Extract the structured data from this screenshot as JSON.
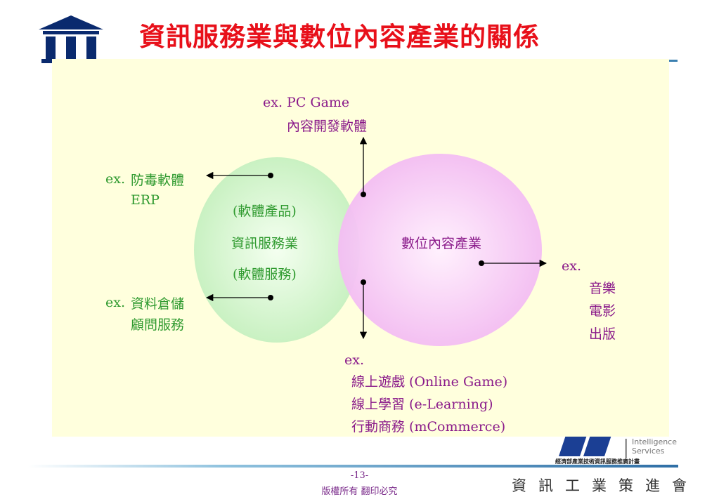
{
  "title": "資訊服務業與數位內容產業的關係",
  "colors": {
    "title": "#e8101a",
    "green_text": "#2f9a2f",
    "purple_text": "#8a1a8a",
    "green_circle": "#d4f5cf",
    "pink_circle": "#f6c9f6"
  },
  "icons": {
    "logo": "building-pillars-icon",
    "partner": "mic-logo-icon"
  },
  "diagram": {
    "top": {
      "prefix": "ex. PC Game",
      "line1": "內容開發軟體"
    },
    "left_top": {
      "prefix": "ex.",
      "line1": "防毒軟體",
      "line2": "ERP"
    },
    "left_bottom": {
      "prefix": "ex.",
      "line1": "資料倉儲",
      "line2": "顧問服務"
    },
    "left_circle": {
      "line1": "(軟體產品)",
      "line2": "資訊服務業",
      "line3": "(軟體服務)"
    },
    "right_circle": {
      "label": "數位內容產業"
    },
    "right": {
      "prefix": "ex.",
      "items": [
        "音樂",
        "電影",
        "出版"
      ]
    },
    "bottom": {
      "prefix": "ex.",
      "items": [
        "線上遊戲  (Online Game)",
        "線上學習 (e-Learning)",
        "行動商務 (mCommerce)"
      ]
    }
  },
  "partner": {
    "line1": "Intelligence",
    "line2": "Services",
    "tag": "經濟部產業技術資訊服務推廣計畫"
  },
  "footer": {
    "page": "-13-",
    "copyright": "版權所有  翻印必究",
    "org": "資訊工業策進會"
  }
}
